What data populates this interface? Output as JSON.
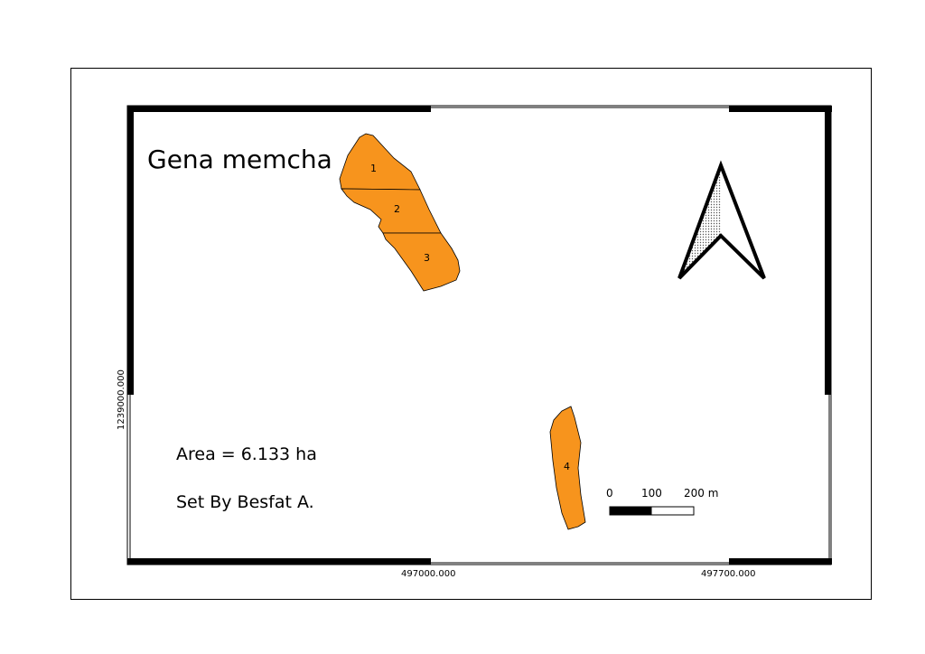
{
  "title": "Gena memcha",
  "area_text": "Area  = 6.133 ha",
  "author_text": "Set By  Besfat  A.",
  "grid_labels": {
    "x_left": "497000.000",
    "x_right": "497700.000",
    "y": "1239000.000"
  },
  "parcels": [
    {
      "id": "1"
    },
    {
      "id": "2"
    },
    {
      "id": "3"
    },
    {
      "id": "4"
    }
  ],
  "scale_bar": {
    "labels": [
      "0",
      "100",
      "200 m"
    ]
  },
  "colors": {
    "parcel_fill": "#f7941d",
    "frame": "#000000",
    "background": "#ffffff"
  },
  "north_arrow": "north-arrow-icon"
}
